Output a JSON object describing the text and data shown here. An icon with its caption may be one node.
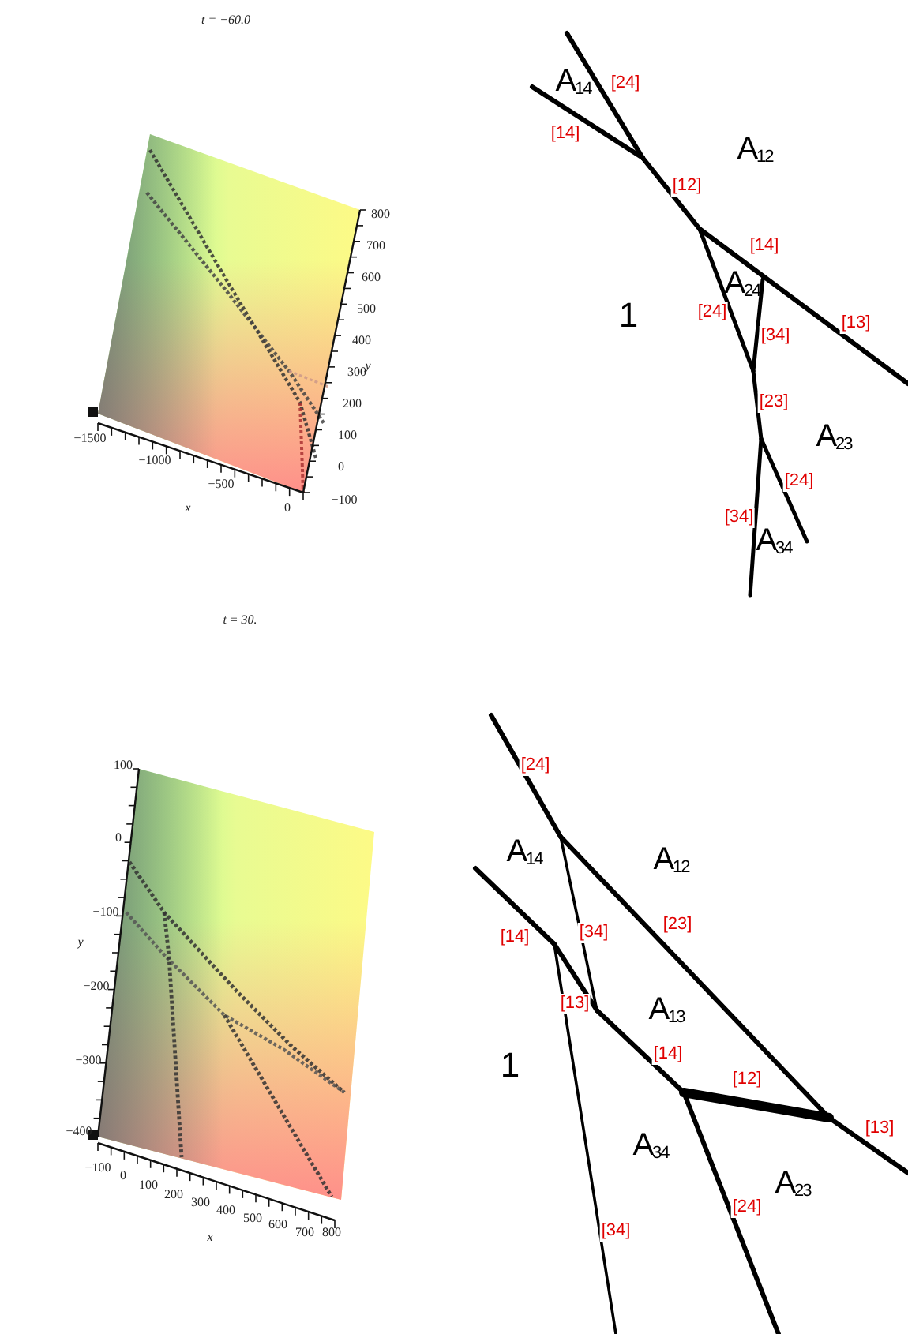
{
  "diagram": {
    "labels": [
      "t = −60.0",
      "800",
      "700",
      "600",
      "500",
      "400",
      "300",
      "200",
      "100",
      "0",
      "−100",
      "y",
      "−1500",
      "−1000",
      "−500",
      "0",
      "x",
      "A$_{14}$",
      "[24]",
      "[14]",
      "A$_{12}$",
      "[12]",
      "[14]",
      "A$_{24}$",
      "1",
      "[24]",
      "[34]",
      "[13]",
      "[23]",
      "A$_{23}$",
      "[24]",
      "[34]",
      "A$_{34}$",
      "t = 30.",
      "100",
      "0",
      "−100",
      "−200",
      "−300",
      "−400",
      "y",
      "−100",
      "0",
      "100",
      "200",
      "300",
      "400",
      "500",
      "600",
      "700",
      "800",
      "x",
      "[24]",
      "A$_{14}$",
      "A$_{12}$",
      "[34]",
      "[23]",
      "[14]",
      "[13]",
      "A$_{13}$",
      "1",
      "[14]",
      "[12]",
      "[13]",
      "A$_{34}$",
      "A$_{23}$",
      "[24]",
      "[34]"
    ]
  }
}
